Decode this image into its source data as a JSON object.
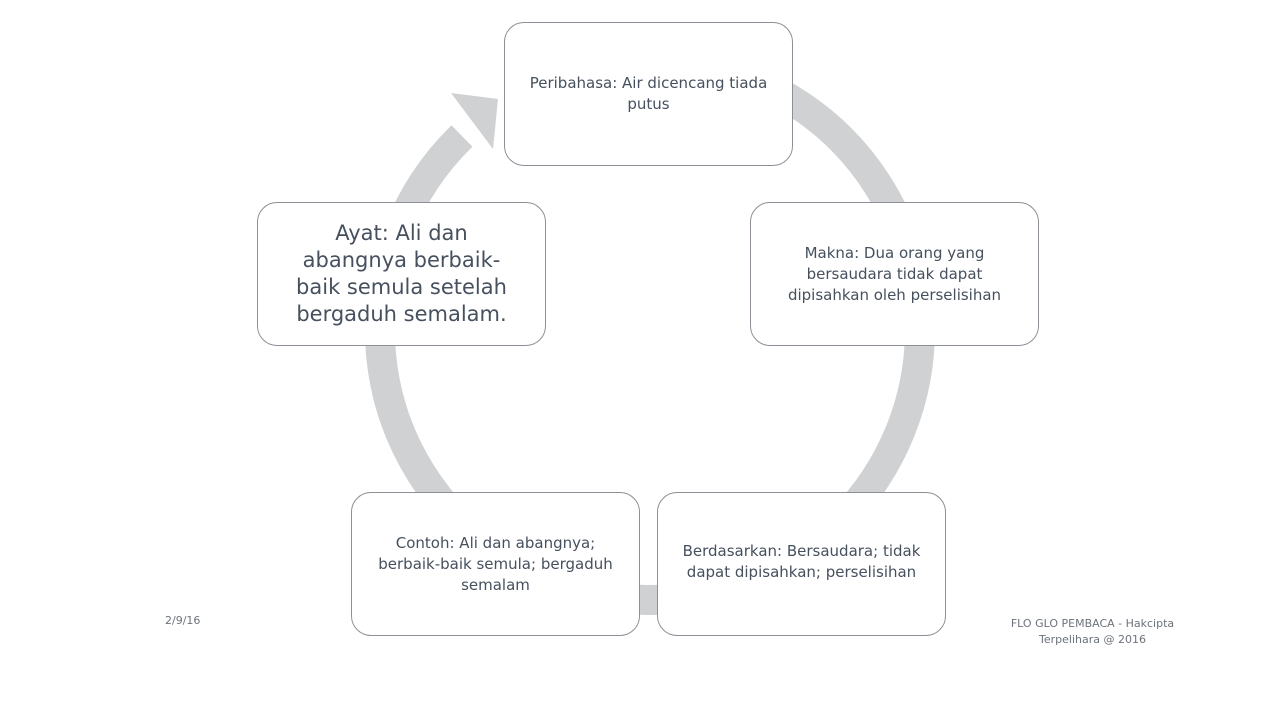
{
  "cycle": [
    {
      "id": "peribahasa",
      "text": "Peribahasa: Air dicencang tiada putus"
    },
    {
      "id": "makna",
      "text": "Makna: Dua orang yang bersaudara tidak dapat dipisahkan oleh perselisihan"
    },
    {
      "id": "berdasarkan",
      "text": "Berdasarkan: Bersaudara; tidak dapat dipisahkan; perselisihan"
    },
    {
      "id": "contoh",
      "text": "Contoh: Ali dan abangnya; berbaik-baik semula; bergaduh semalam"
    },
    {
      "id": "ayat",
      "text": "Ayat: Ali dan abangnya berbaik-baik semula setelah bergaduh semalam."
    }
  ],
  "footer": {
    "date": "2/9/16",
    "copyright": "FLO GLO PEMBACA - Hakcipta Terpelihara @ 2016"
  },
  "colors": {
    "ring": "#cfd1d3",
    "border": "#8c9096",
    "text": "#46505e"
  }
}
